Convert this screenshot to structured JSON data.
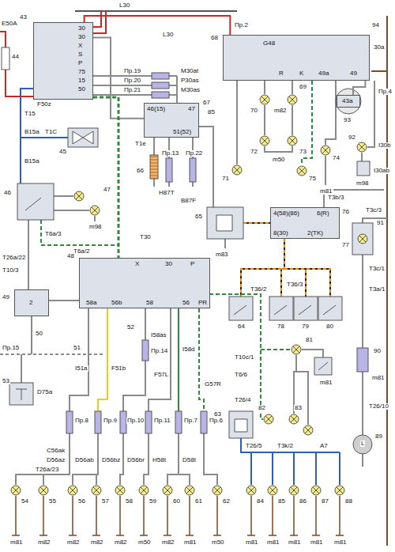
{
  "diagram": {
    "nodes": [
      {
        "text": [
          "30",
          "30",
          "X",
          "S",
          "P",
          "75",
          "15",
          "50"
        ]
      },
      {
        "text": [
          "G48",
          "R",
          "K",
          "49a",
          "49"
        ]
      },
      {
        "text": [
          "46(15)",
          "47",
          "51(52)"
        ]
      },
      {
        "text": [
          "X",
          "30",
          "P",
          "58a",
          "56b",
          "58",
          "56",
          "PR"
        ]
      },
      {
        "text": [
          "2"
        ]
      },
      {
        "text": [
          "4(58)(86)",
          "6(R)",
          "8(30)",
          "2(TK)"
        ]
      },
      {
        "text": [
          "43a"
        ]
      }
    ],
    "edges": [
      {
        "from": 0,
        "to": 1,
        "arrow": "none"
      },
      {
        "from": 0,
        "to": 2,
        "arrow": "none"
      },
      {
        "from": 0,
        "to": 3,
        "arrow": "none"
      },
      {
        "from": 1,
        "to": 6,
        "arrow": "none"
      }
    ],
    "labels": [
      "L30",
      "L30",
      "Пр.2",
      "E50A",
      "43",
      "44",
      "F50z",
      "T15",
      "94",
      "30a",
      "68",
      "Пр.19",
      "M30at",
      "Пр.20",
      "P30as",
      "Пр.21",
      "M30as",
      "67",
      "85",
      "T1e",
      "66",
      "Пр.13",
      "Пр.22",
      "H87T",
      "B87F",
      "70",
      "69",
      "m82",
      "72",
      "73",
      "m50",
      "71",
      "75",
      "74",
      "93",
      "92",
      "I30b",
      "I30ab",
      "m98",
      "m81",
      "Пр.4",
      "B15a",
      "T1C",
      "45",
      "B15a",
      "46",
      "47",
      "m98",
      "T6a/3",
      "T6a/2",
      "T30",
      "T26a/22",
      "T10/3",
      "49",
      "48",
      "65",
      "m83",
      "76",
      "77",
      "T3b/3",
      "T3c/3",
      "91",
      "T3c/1",
      "T3a/1",
      "T36/3",
      "T36/2",
      "64",
      "78",
      "79",
      "80",
      "Пр.15",
      "51",
      "50",
      "52",
      "I58as",
      "Пр.14",
      "D75a",
      "53",
      "81",
      "90",
      "T10c/1",
      "T6/6",
      "T26/4",
      "63",
      "82",
      "83",
      "89",
      "T26/10",
      "m81",
      "m81",
      "I51a",
      "F51b",
      "I58d",
      "F57L",
      "G57R",
      "Пр.8",
      "Пр.9",
      "Пр.10",
      "Пр.11",
      "Пр.7",
      "Пр.6",
      "C56ak",
      "D56az",
      "T26a/23",
      "D56ab",
      "D56bz",
      "D56br",
      "H58t",
      "D58t",
      "T26/5",
      "T3k/2",
      "A7",
      "L",
      "54",
      "55",
      "56",
      "57",
      "58",
      "59",
      "60",
      "61",
      "62",
      "84",
      "85",
      "86",
      "87",
      "88",
      "m81",
      "m82",
      "m82",
      "m82",
      "m82",
      "m50",
      "m82",
      "m81",
      "m50",
      "m81",
      "m81",
      "m81",
      "m81",
      "m81"
    ]
  }
}
